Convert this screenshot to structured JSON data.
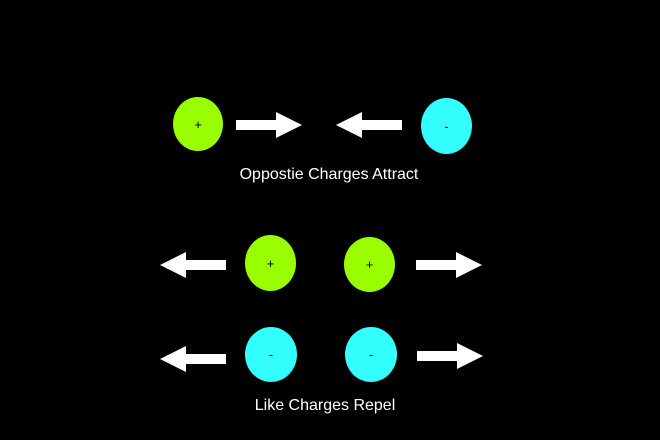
{
  "colors": {
    "background": "#000000",
    "positive": "#99ff00",
    "negative": "#33ffff",
    "arrow": "#ffffff",
    "text": "#ffffff"
  },
  "diagram": {
    "attract": {
      "caption": "Oppostie Charges Attract",
      "pair": [
        {
          "sign": "+",
          "arrow_direction": "right"
        },
        {
          "sign": "-",
          "arrow_direction": "left"
        }
      ]
    },
    "repel": {
      "caption": "Like Charges Repel",
      "positive_pair": [
        {
          "sign": "+",
          "arrow_direction": "left"
        },
        {
          "sign": "+",
          "arrow_direction": "right"
        }
      ],
      "negative_pair": [
        {
          "sign": "-",
          "arrow_direction": "left"
        },
        {
          "sign": "-",
          "arrow_direction": "right"
        }
      ]
    }
  }
}
